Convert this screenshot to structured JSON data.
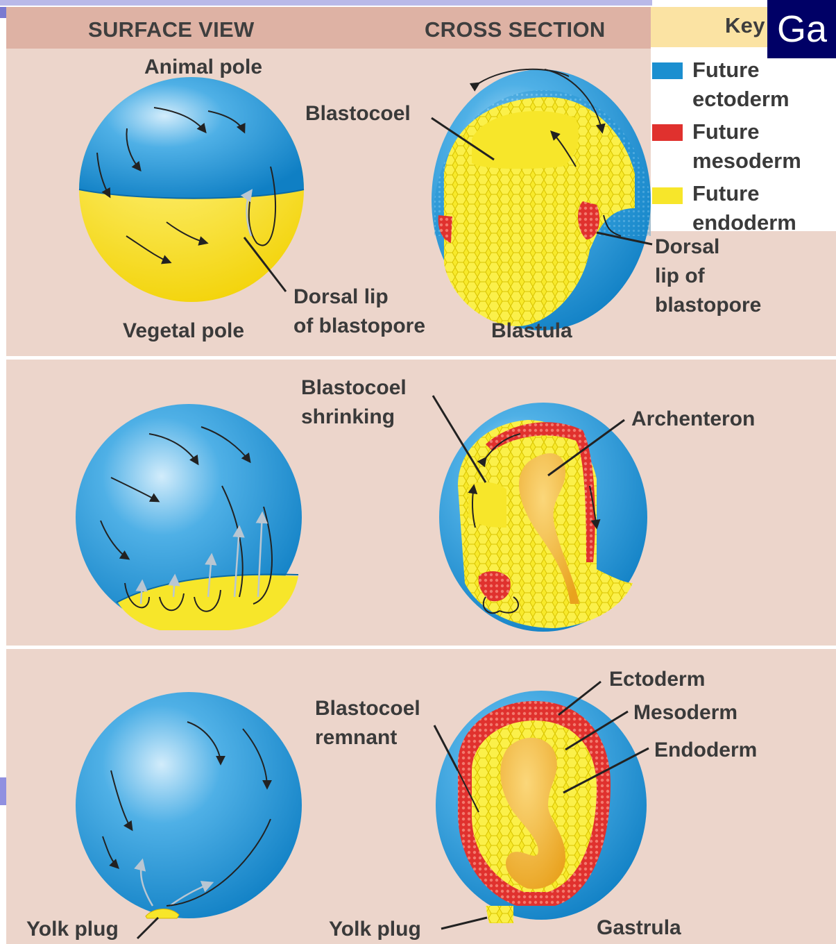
{
  "slide": {
    "title": "Ga"
  },
  "headers": {
    "surface_view": "SURFACE VIEW",
    "cross_section": "CROSS SECTION",
    "key": "Key"
  },
  "key": {
    "items": [
      {
        "line1": "Future",
        "line2": "ectoderm",
        "color": "#1b8fd0"
      },
      {
        "line1": "Future",
        "line2": "mesoderm",
        "color": "#e0312e"
      },
      {
        "line1": "Future",
        "line2": "endoderm",
        "color": "#f7e62a"
      }
    ]
  },
  "rows": {
    "blastula": {
      "animal_pole": "Animal pole",
      "vegetal_pole": "Vegetal pole",
      "dorsal_lip_surface_1": "Dorsal lip",
      "dorsal_lip_surface_2": "of blastopore",
      "blastocoel": "Blastocoel",
      "stage_name": "Blastula",
      "dorsal_lip_cross_1": "Dorsal",
      "dorsal_lip_cross_2": "lip of",
      "dorsal_lip_cross_3": "blastopore"
    },
    "mid": {
      "blastocoel_1": "Blastocoel",
      "blastocoel_2": "shrinking",
      "archenteron": "Archenteron"
    },
    "gastrula": {
      "yolk_plug_surface": "Yolk plug",
      "blastocoel_1": "Blastocoel",
      "blastocoel_2": "remnant",
      "ectoderm": "Ectoderm",
      "mesoderm": "Mesoderm",
      "endoderm": "Endoderm",
      "yolk_plug_cross": "Yolk plug",
      "stage_name": "Gastrula"
    }
  },
  "colors": {
    "panel_bg": "#ecd5cb",
    "header_band": "#deb2a4",
    "ectoderm": "#1b8fd0",
    "mesoderm": "#e0312e",
    "endoderm": "#f7e62a",
    "arrow": "#222222"
  }
}
